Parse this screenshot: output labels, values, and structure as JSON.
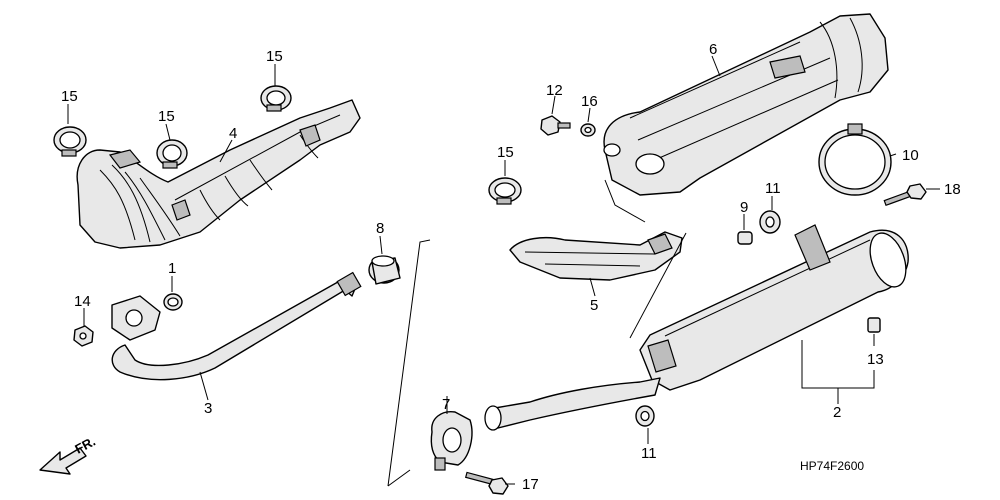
{
  "diagram": {
    "type": "exploded-parts-view",
    "drawing_code": "HP74F2600",
    "front_arrow_label": "FR.",
    "callouts": [
      {
        "id": "c1",
        "label": "1"
      },
      {
        "id": "c2",
        "label": "2"
      },
      {
        "id": "c3",
        "label": "3"
      },
      {
        "id": "c4",
        "label": "4"
      },
      {
        "id": "c5",
        "label": "5"
      },
      {
        "id": "c6",
        "label": "6"
      },
      {
        "id": "c7",
        "label": "7"
      },
      {
        "id": "c8",
        "label": "8"
      },
      {
        "id": "c9",
        "label": "9"
      },
      {
        "id": "c10",
        "label": "10"
      },
      {
        "id": "c11a",
        "label": "11"
      },
      {
        "id": "c11b",
        "label": "11"
      },
      {
        "id": "c12",
        "label": "12"
      },
      {
        "id": "c13",
        "label": "13"
      },
      {
        "id": "c14",
        "label": "14"
      },
      {
        "id": "c15a",
        "label": "15"
      },
      {
        "id": "c15b",
        "label": "15"
      },
      {
        "id": "c15c",
        "label": "15"
      },
      {
        "id": "c15d",
        "label": "15"
      },
      {
        "id": "c16",
        "label": "16"
      },
      {
        "id": "c17",
        "label": "17"
      },
      {
        "id": "c18",
        "label": "18"
      }
    ]
  }
}
